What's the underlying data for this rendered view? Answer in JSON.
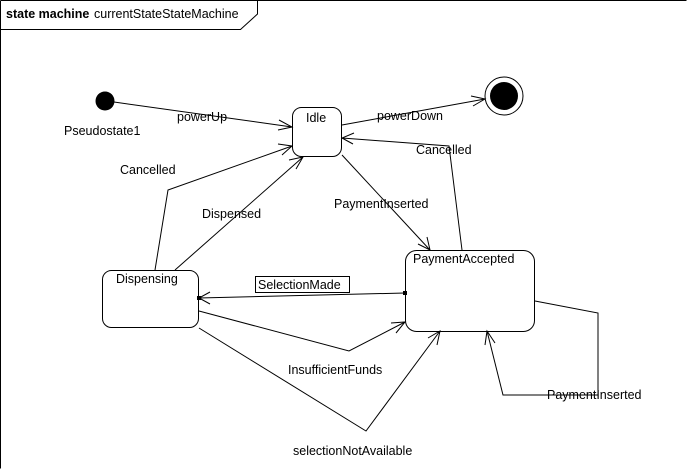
{
  "frame": {
    "keyword": "state machine",
    "name": "currentStateStateMachine"
  },
  "states": {
    "idle": "Idle",
    "dispensing": "Dispensing",
    "payment_accepted": "PaymentAccepted"
  },
  "pseudostates": {
    "initial_label": "Pseudostate1"
  },
  "transitions": {
    "power_up": "powerUp",
    "power_down": "powerDown",
    "cancelled_from_payment": "Cancelled",
    "cancelled_from_dispensing": "Cancelled",
    "dispensed": "Dispensed",
    "payment_inserted": "PaymentInserted",
    "selection_made": "SelectionMade",
    "insufficient_funds": "InsufficientFunds",
    "selection_not_available": "selectionNotAvailable",
    "payment_inserted_self": "PaymentInserted"
  }
}
